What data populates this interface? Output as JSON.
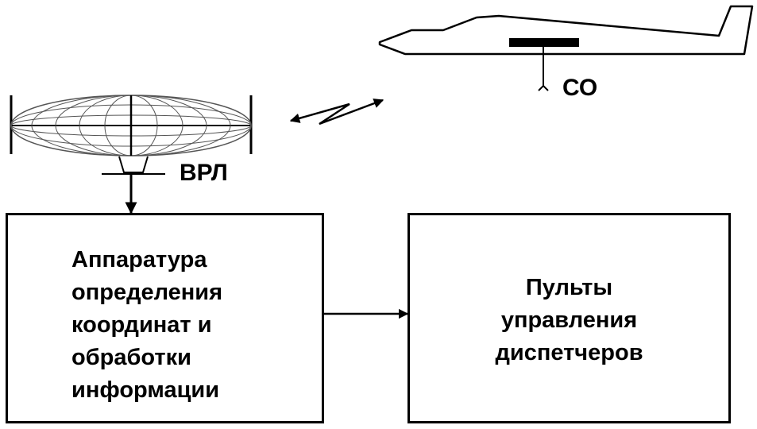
{
  "radar": {
    "label": "ВРЛ"
  },
  "aircraft": {
    "label": "СО"
  },
  "blocks": {
    "processing": {
      "lines": [
        "Аппаратура",
        "определения",
        "координат и",
        "обработки",
        "информации"
      ]
    },
    "controllers": {
      "lines": [
        "Пульты",
        "управления",
        "диспетчеров"
      ]
    }
  },
  "colors": {
    "stroke": "#000000",
    "radar_mesh": "#555555",
    "background": "#ffffff"
  }
}
